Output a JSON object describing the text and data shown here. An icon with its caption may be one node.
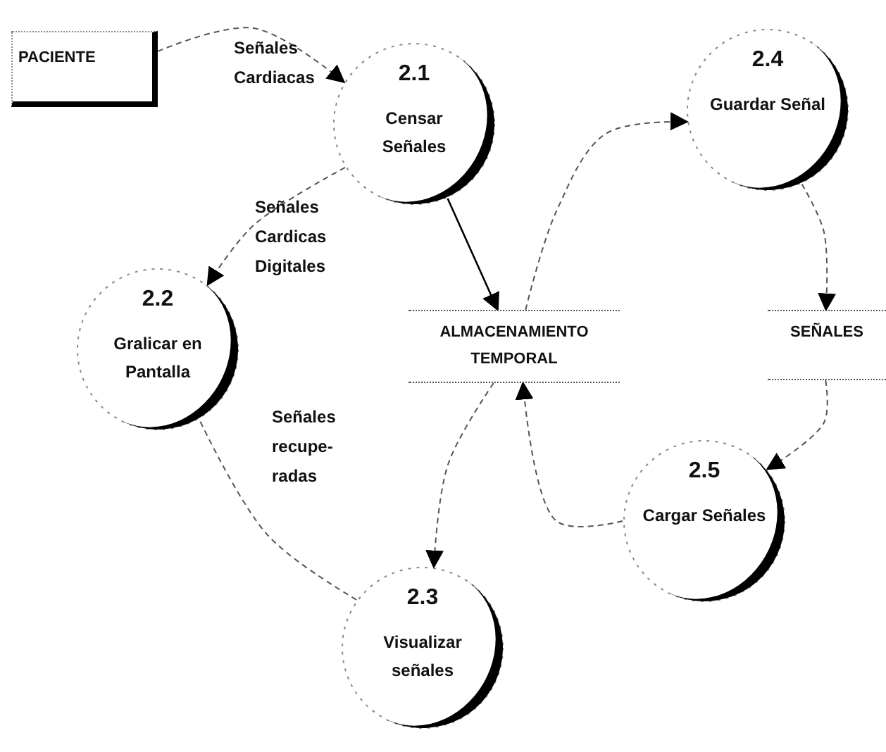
{
  "diagram": {
    "nodes": [
      {
        "text": [
          "PACIENTE"
        ]
      },
      {
        "text": [
          "2.1",
          "Censar Señales"
        ]
      },
      {
        "text": [
          "2.2",
          "Gralicar en Pantalla"
        ]
      },
      {
        "text": [
          "ALMACENAMIENTO TEMPORAL"
        ]
      },
      {
        "text": [
          "2.4",
          "Guardar Señal"
        ]
      },
      {
        "text": [
          "SEÑALES"
        ]
      },
      {
        "text": [
          "2.5",
          "Cargar Señales"
        ]
      },
      {
        "text": [
          "2.3",
          "Visualizar señales"
        ]
      }
    ],
    "edges": [
      {
        "from": 0,
        "to": 1,
        "arrow": "to",
        "label": "Señales Cardiacas",
        "style": "dashed"
      },
      {
        "from": 1,
        "to": 2,
        "arrow": "to",
        "label": "Señales Cardicas Digitales",
        "style": "dashed"
      },
      {
        "from": 1,
        "to": 3,
        "arrow": "to"
      },
      {
        "from": 3,
        "to": 4,
        "arrow": "to",
        "style": "dashed"
      },
      {
        "from": 4,
        "to": 5,
        "arrow": "to",
        "style": "dashed"
      },
      {
        "from": 5,
        "to": 6,
        "arrow": "to",
        "style": "dashed"
      },
      {
        "from": 6,
        "to": 3,
        "arrow": "to",
        "style": "dashed"
      },
      {
        "from": 3,
        "to": 7,
        "arrow": "to",
        "style": "dashed"
      },
      {
        "from": 7,
        "to": 2,
        "arrow": "none",
        "label": "Señales recupe- radas",
        "style": "dashed"
      }
    ]
  }
}
